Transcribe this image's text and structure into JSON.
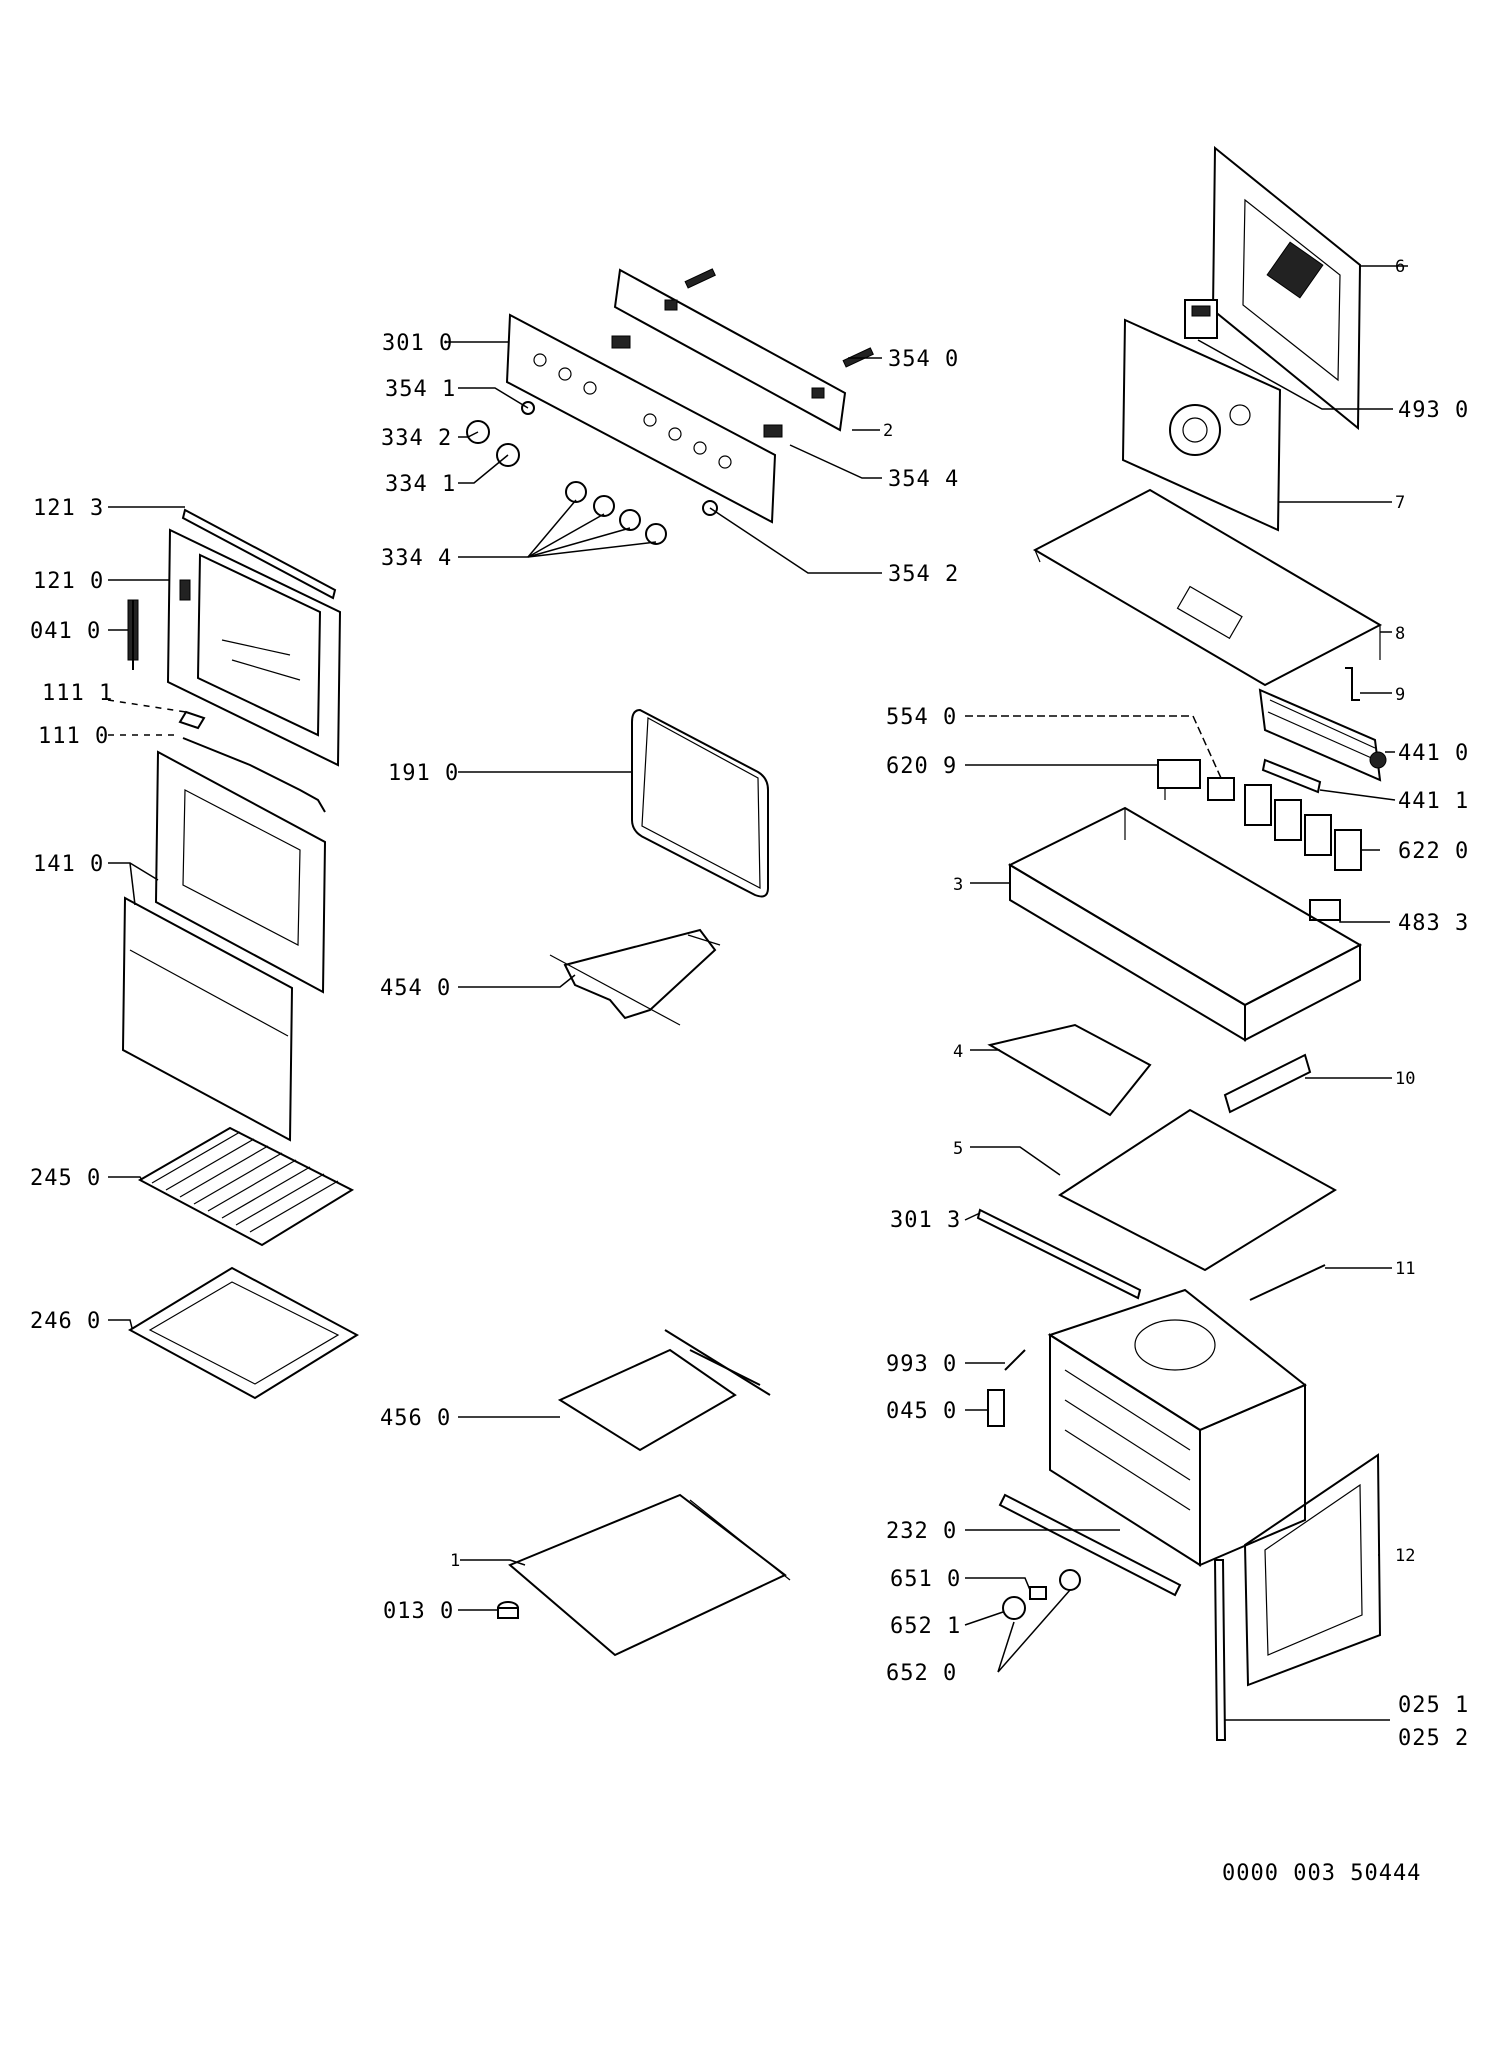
{
  "document_id": "0000 003 50444",
  "part_labels": {
    "p3010": "301 0",
    "p3540": "354 0",
    "p3541": "354 1",
    "p3342": "334 2",
    "p3341": "334 1",
    "p3544": "354 4",
    "p3344": "334 4",
    "p3542": "354 2",
    "p1213": "121 3",
    "p1210": "121 0",
    "p0410": "041 0",
    "p1111": "111 1",
    "p1110": "111 0",
    "p1410": "141 0",
    "p2450": "245 0",
    "p2460": "246 0",
    "p1910": "191 0",
    "p4540": "454 0",
    "p4560": "456 0",
    "p0130": "013 0",
    "p4930": "493 0",
    "p5540": "554 0",
    "p6209": "620 9",
    "p4410": "441 0",
    "p4411": "441 1",
    "p6220": "622 0",
    "p4833": "483 3",
    "p3013": "301 3",
    "p9930": "993 0",
    "p0450": "045 0",
    "p2320": "232 0",
    "p6510": "651 0",
    "p6521": "652 1",
    "p6520": "652 0",
    "p0251": "025 1",
    "p0252": "025 2"
  },
  "ref_numbers": {
    "n1": "1",
    "n2": "2",
    "n3": "3",
    "n4": "4",
    "n5": "5",
    "n6": "6",
    "n7": "7",
    "n8": "8",
    "n9": "9",
    "n10": "10",
    "n11": "11",
    "n12": "12"
  }
}
